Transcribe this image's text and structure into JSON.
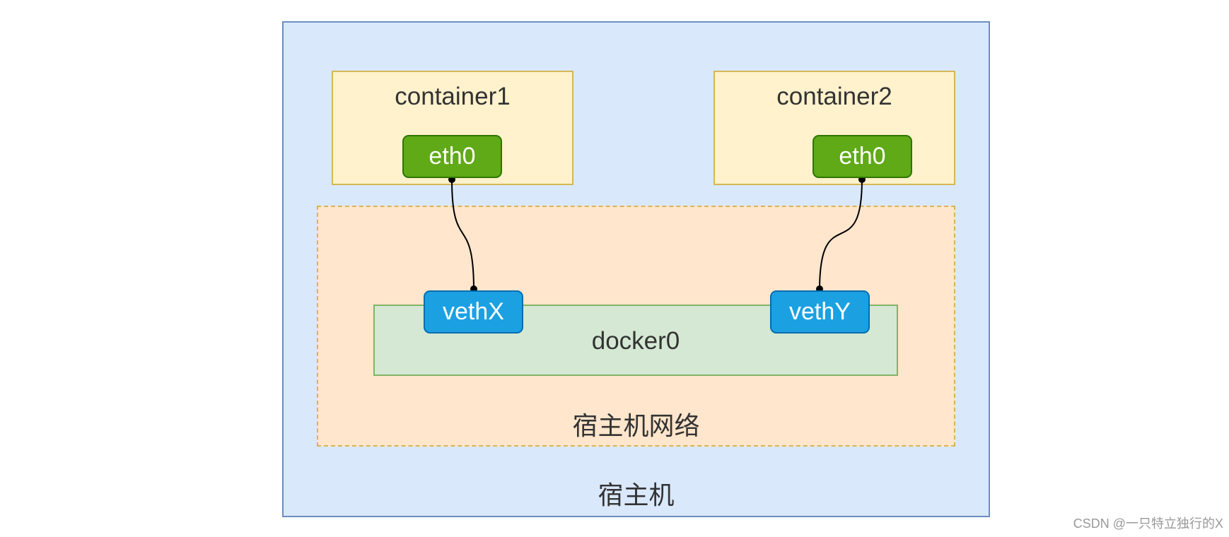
{
  "diagram": {
    "host": {
      "label": "宿主机"
    },
    "host_network": {
      "label": "宿主机网络"
    },
    "containers": [
      {
        "label": "container1",
        "interface": "eth0"
      },
      {
        "label": "container2",
        "interface": "eth0"
      }
    ],
    "bridge": {
      "label": "docker0"
    },
    "veth_pairs": [
      {
        "label": "vethX",
        "connects": "container1.eth0"
      },
      {
        "label": "vethY",
        "connects": "container2.eth0"
      }
    ],
    "colors": {
      "host_fill": "#dae8fc",
      "host_border": "#6c8ebf",
      "container_fill": "#fff2cc",
      "container_border": "#d6b656",
      "eth_fill": "#60a917",
      "host_network_fill": "#ffe6cc",
      "bridge_fill": "#d5e8d4",
      "bridge_border": "#82b366",
      "veth_fill": "#1ba1e2"
    }
  },
  "watermark": "CSDN @一只特立独行的X"
}
